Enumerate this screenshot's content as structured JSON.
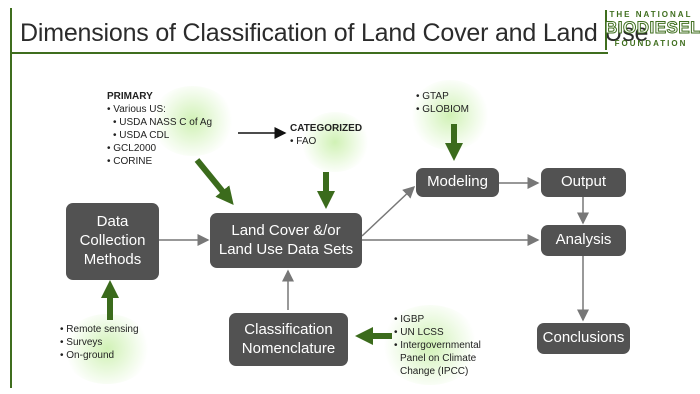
{
  "slide": {
    "title": "Dimensions of Classification of Land Cover and Land Use",
    "logo": {
      "line1": "THE NATIONAL",
      "line2": "BIODIESEL",
      "line3": "FOUNDATION"
    }
  },
  "boxes": {
    "data_collection": [
      "Data",
      "Collection",
      "Methods"
    ],
    "land_cover": [
      "Land Cover &/or",
      "Land Use Data Sets"
    ],
    "classification": [
      "Classification",
      "Nomenclature"
    ],
    "modeling": "Modeling",
    "output": "Output",
    "analysis": "Analysis",
    "conclusions": "Conclusions"
  },
  "lists": {
    "primary": {
      "heading": "PRIMARY",
      "items": [
        "Various US:",
        "USDA NASS C of Ag",
        "USDA CDL",
        "GCL2000",
        "CORINE"
      ]
    },
    "categorized": {
      "heading": "CATEGORIZED",
      "items": [
        "FAO"
      ]
    },
    "models": {
      "items": [
        "GTAP",
        "GLOBIOM"
      ]
    },
    "collection": {
      "items": [
        "Remote sensing",
        "Surveys",
        "On-ground"
      ]
    },
    "nomenclature": {
      "items": [
        "IGBP",
        "UN LCSS",
        "Intergovernmental",
        "Panel on Climate",
        "Change (IPCC)"
      ]
    }
  },
  "colors": {
    "box": "#525252",
    "accent": "#3f6e1e",
    "arrow_green": "#3b6b1c",
    "connector": "#777777"
  }
}
